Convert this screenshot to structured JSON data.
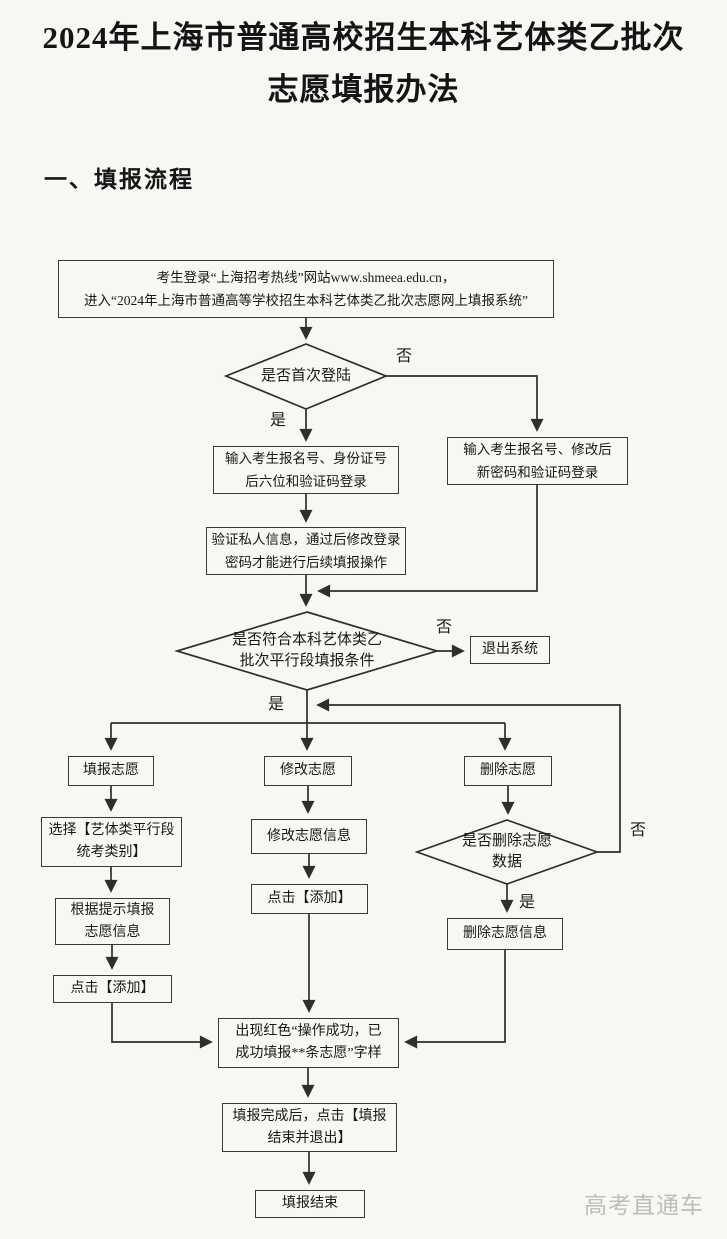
{
  "title": {
    "line1": "2024年上海市普通高校招生本科艺体类乙批次",
    "line2": "志愿填报办法"
  },
  "section_heading": "一、填报流程",
  "labels": {
    "yes": "是",
    "no": "否"
  },
  "nodes": {
    "start": {
      "line1": "考生登录“上海招考热线”网站www.shmeea.edu.cn，",
      "line2": "进入“2024年上海市普通高等学校招生本科艺体类乙批次志愿网上填报系统”"
    },
    "first_login_decision": {
      "line1": "是否首次登陆"
    },
    "login_first_time": {
      "line1": "输入考生报名号、身份证号",
      "line2": "后六位和验证码登录"
    },
    "login_reset": {
      "line1": "输入考生报名号、修改后",
      "line2": "新密码和验证码登录"
    },
    "verify_info": {
      "line1": "验证私人信息，通过后修改登录",
      "line2": "密码才能进行后续填报操作"
    },
    "qualify_decision": {
      "line1": "是否符合本科艺体类乙",
      "line2": "批次平行段填报条件"
    },
    "exit_system": {
      "line1": "退出系统"
    },
    "fill_volunteer": {
      "line1": "填报志愿"
    },
    "modify_volunteer": {
      "line1": "修改志愿"
    },
    "delete_volunteer": {
      "line1": "删除志愿"
    },
    "choose_category": {
      "line1": "选择【艺体类平行段",
      "line2": "统考类别】"
    },
    "modify_info": {
      "line1": "修改志愿信息"
    },
    "delete_decision": {
      "line1": "是否删除志愿",
      "line2": "数据"
    },
    "fill_info": {
      "line1": "根据提示填报",
      "line2": "志愿信息"
    },
    "click_add_left": {
      "line1": "点击【添加】"
    },
    "click_add_middle": {
      "line1": "点击【添加】"
    },
    "delete_info": {
      "line1": "删除志愿信息"
    },
    "success_message": {
      "line1": "出现红色“操作成功，已",
      "line2": "成功填报**条志愿”字样"
    },
    "finish_exit": {
      "line1": "填报完成后，点击【填报",
      "line2": "结束并退出】"
    },
    "end": {
      "line1": "填报结束"
    }
  },
  "watermark": "高考直通车"
}
